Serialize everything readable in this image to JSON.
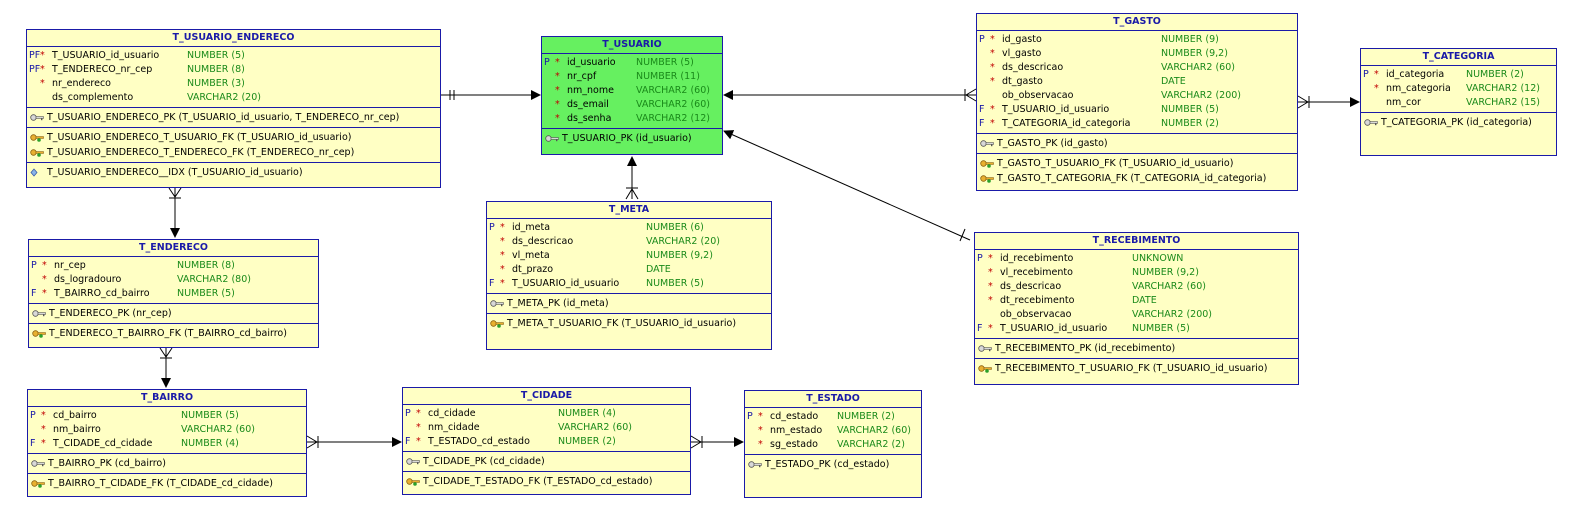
{
  "tables": {
    "usuario_endereco": {
      "name": "T_USUARIO_ENDERECO",
      "columns": [
        {
          "flag": "PF",
          "req": "*",
          "name": "T_USUARIO_id_usuario",
          "type": "NUMBER (5)"
        },
        {
          "flag": "PF",
          "req": "*",
          "name": "T_ENDERECO_nr_cep",
          "type": "NUMBER (8)"
        },
        {
          "flag": "",
          "req": "*",
          "name": "nr_endereco",
          "type": "NUMBER (3)"
        },
        {
          "flag": "",
          "req": "",
          "name": "ds_complemento",
          "type": "VARCHAR2 (20)"
        }
      ],
      "pk": "T_USUARIO_ENDERECO_PK (T_USUARIO_id_usuario, T_ENDERECO_nr_cep)",
      "fks": [
        "T_USUARIO_ENDERECO_T_USUARIO_FK (T_USUARIO_id_usuario)",
        "T_USUARIO_ENDERECO_T_ENDERECO_FK (T_ENDERECO_nr_cep)"
      ],
      "idx": "T_USUARIO_ENDERECO__IDX (T_USUARIO_id_usuario)"
    },
    "usuario": {
      "name": "T_USUARIO",
      "columns": [
        {
          "flag": "P",
          "req": "*",
          "name": "id_usuario",
          "type": "NUMBER (5)"
        },
        {
          "flag": "",
          "req": "*",
          "name": "nr_cpf",
          "type": "NUMBER (11)"
        },
        {
          "flag": "",
          "req": "*",
          "name": "nm_nome",
          "type": "VARCHAR2 (60)"
        },
        {
          "flag": "",
          "req": "*",
          "name": "ds_email",
          "type": "VARCHAR2 (60)"
        },
        {
          "flag": "",
          "req": "*",
          "name": "ds_senha",
          "type": "VARCHAR2 (12)"
        }
      ],
      "pk": "T_USUARIO_PK (id_usuario)"
    },
    "gasto": {
      "name": "T_GASTO",
      "columns": [
        {
          "flag": "P",
          "req": "*",
          "name": "id_gasto",
          "type": "NUMBER (9)"
        },
        {
          "flag": "",
          "req": "*",
          "name": "vl_gasto",
          "type": "NUMBER (9,2)"
        },
        {
          "flag": "",
          "req": "*",
          "name": "ds_descricao",
          "type": "VARCHAR2 (60)"
        },
        {
          "flag": "",
          "req": "*",
          "name": "dt_gasto",
          "type": "DATE"
        },
        {
          "flag": "",
          "req": "",
          "name": "ob_observacao",
          "type": "VARCHAR2 (200)"
        },
        {
          "flag": "F",
          "req": "*",
          "name": "T_USUARIO_id_usuario",
          "type": "NUMBER (5)"
        },
        {
          "flag": "F",
          "req": "*",
          "name": "T_CATEGORIA_id_categoria",
          "type": "NUMBER (2)"
        }
      ],
      "pk": "T_GASTO_PK (id_gasto)",
      "fks": [
        "T_GASTO_T_USUARIO_FK (T_USUARIO_id_usuario)",
        "T_GASTO_T_CATEGORIA_FK (T_CATEGORIA_id_categoria)"
      ]
    },
    "categoria": {
      "name": "T_CATEGORIA",
      "columns": [
        {
          "flag": "P",
          "req": "*",
          "name": "id_categoria",
          "type": "NUMBER (2)"
        },
        {
          "flag": "",
          "req": "*",
          "name": "nm_categoria",
          "type": "VARCHAR2 (12)"
        },
        {
          "flag": "",
          "req": "",
          "name": "nm_cor",
          "type": "VARCHAR2 (15)"
        }
      ],
      "pk": "T_CATEGORIA_PK (id_categoria)"
    },
    "endereco": {
      "name": "T_ENDERECO",
      "columns": [
        {
          "flag": "P",
          "req": "*",
          "name": "nr_cep",
          "type": "NUMBER (8)"
        },
        {
          "flag": "",
          "req": "*",
          "name": "ds_logradouro",
          "type": "VARCHAR2 (80)"
        },
        {
          "flag": "F",
          "req": "*",
          "name": "T_BAIRRO_cd_bairro",
          "type": "NUMBER (5)"
        }
      ],
      "pk": "T_ENDERECO_PK (nr_cep)",
      "fks": [
        "T_ENDERECO_T_BAIRRO_FK (T_BAIRRO_cd_bairro)"
      ]
    },
    "meta": {
      "name": "T_META",
      "columns": [
        {
          "flag": "P",
          "req": "*",
          "name": "id_meta",
          "type": "NUMBER (6)"
        },
        {
          "flag": "",
          "req": "*",
          "name": "ds_descricao",
          "type": "VARCHAR2 (20)"
        },
        {
          "flag": "",
          "req": "*",
          "name": "vl_meta",
          "type": "NUMBER (9,2)"
        },
        {
          "flag": "",
          "req": "*",
          "name": "dt_prazo",
          "type": "DATE"
        },
        {
          "flag": "F",
          "req": "*",
          "name": "T_USUARIO_id_usuario",
          "type": "NUMBER (5)"
        }
      ],
      "pk": "T_META_PK (id_meta)",
      "fks": [
        "T_META_T_USUARIO_FK (T_USUARIO_id_usuario)"
      ]
    },
    "recebimento": {
      "name": "T_RECEBIMENTO",
      "columns": [
        {
          "flag": "P",
          "req": "*",
          "name": "id_recebimento",
          "type": "UNKNOWN"
        },
        {
          "flag": "",
          "req": "*",
          "name": "vl_recebimento",
          "type": "NUMBER (9,2)"
        },
        {
          "flag": "",
          "req": "*",
          "name": "ds_descricao",
          "type": "VARCHAR2 (60)"
        },
        {
          "flag": "",
          "req": "*",
          "name": "dt_recebimento",
          "type": "DATE"
        },
        {
          "flag": "",
          "req": "",
          "name": "ob_observacao",
          "type": "VARCHAR2 (200)"
        },
        {
          "flag": "F",
          "req": "*",
          "name": "T_USUARIO_id_usuario",
          "type": "NUMBER (5)"
        }
      ],
      "pk": "T_RECEBIMENTO_PK (id_recebimento)",
      "fks": [
        "T_RECEBIMENTO_T_USUARIO_FK (T_USUARIO_id_usuario)"
      ]
    },
    "bairro": {
      "name": "T_BAIRRO",
      "columns": [
        {
          "flag": "P",
          "req": "*",
          "name": "cd_bairro",
          "type": "NUMBER (5)"
        },
        {
          "flag": "",
          "req": "*",
          "name": "nm_bairro",
          "type": "VARCHAR2 (60)"
        },
        {
          "flag": "F",
          "req": "*",
          "name": "T_CIDADE_cd_cidade",
          "type": "NUMBER (4)"
        }
      ],
      "pk": "T_BAIRRO_PK (cd_bairro)",
      "fks": [
        "T_BAIRRO_T_CIDADE_FK (T_CIDADE_cd_cidade)"
      ]
    },
    "cidade": {
      "name": "T_CIDADE",
      "columns": [
        {
          "flag": "P",
          "req": "*",
          "name": "cd_cidade",
          "type": "NUMBER (4)"
        },
        {
          "flag": "",
          "req": "*",
          "name": "nm_cidade",
          "type": "VARCHAR2 (60)"
        },
        {
          "flag": "F",
          "req": "*",
          "name": "T_ESTADO_cd_estado",
          "type": "NUMBER (2)"
        }
      ],
      "pk": "T_CIDADE_PK (cd_cidade)",
      "fks": [
        "T_CIDADE_T_ESTADO_FK (T_ESTADO_cd_estado)"
      ]
    },
    "estado": {
      "name": "T_ESTADO",
      "columns": [
        {
          "flag": "P",
          "req": "*",
          "name": "cd_estado",
          "type": "NUMBER (2)"
        },
        {
          "flag": "",
          "req": "*",
          "name": "nm_estado",
          "type": "VARCHAR2 (60)"
        },
        {
          "flag": "",
          "req": "*",
          "name": "sg_estado",
          "type": "VARCHAR2 (2)"
        }
      ],
      "pk": "T_ESTADO_PK (cd_estado)"
    }
  },
  "colors": {
    "border": "#1a1aa8",
    "table_bg": "#ffffc4",
    "highlight_bg": "#66f060",
    "type_text": "#1a8a1a",
    "required_mark": "#c00000"
  }
}
